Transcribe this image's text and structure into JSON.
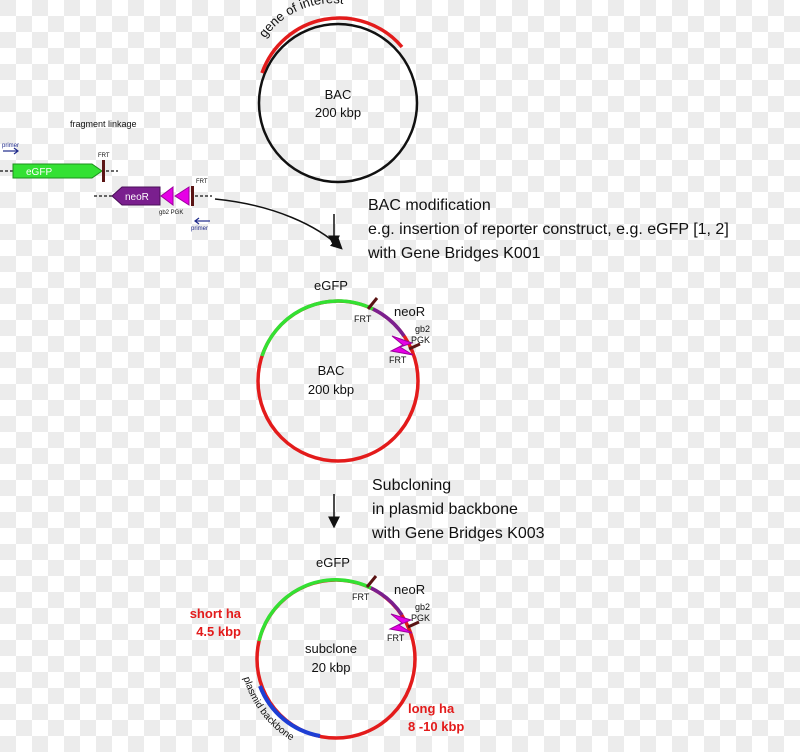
{
  "colors": {
    "background_checker": "#e9e9e9",
    "red": "#e31b1b",
    "green": "#33e133",
    "purple": "#7a1f8e",
    "magenta": "#e600e6",
    "blue": "#1e3ed4",
    "dark_marker": "#5a1414"
  },
  "bac1": {
    "arc_label": "gene of interest",
    "name": "BAC",
    "size": "200 kbp"
  },
  "linkage": {
    "title": "fragment linkage",
    "primer_top": "primer",
    "frt_top": "FRT",
    "egfp": "eGFP",
    "neor": "neoR",
    "gb2_pgk": "gb2 PGK",
    "frt_bottom": "FRT",
    "primer_bottom": "primer"
  },
  "step1": {
    "line1": "BAC modification",
    "line2": "e.g. insertion of reporter construct, e.g. eGFP [1, 2]",
    "line3": "with Gene Bridges K001"
  },
  "bac2": {
    "egfp": "eGFP",
    "frt1": "FRT",
    "neor": "neoR",
    "gb2": "gb2",
    "pgk": "PGK",
    "frt2": "FRT",
    "name": "BAC",
    "size": "200 kbp"
  },
  "step2": {
    "line1": "Subcloning",
    "line2": "in plasmid backbone",
    "line3": "with Gene Bridges K003"
  },
  "subclone": {
    "egfp": "eGFP",
    "frt1": "FRT",
    "neor": "neoR",
    "gb2": "gb2",
    "pgk": "PGK",
    "frt2": "FRT",
    "name": "subclone",
    "size": "20 kbp",
    "short_ha_1": "short ha",
    "short_ha_2": "4.5 kbp",
    "long_ha_1": "long ha",
    "long_ha_2": "8 -10 kbp",
    "backbone_label": "plasmid backbone"
  }
}
